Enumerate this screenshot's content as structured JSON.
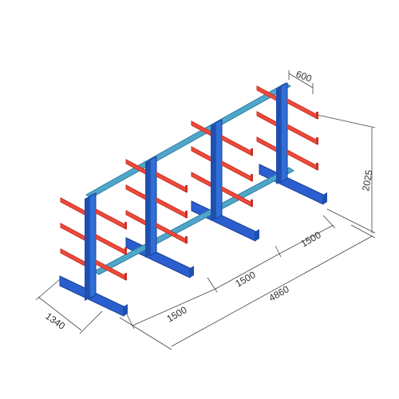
{
  "diagram": {
    "dimensions": {
      "arm_length": "600",
      "height": "2025",
      "bay_1": "1500",
      "bay_2": "1500",
      "bay_3": "1500",
      "total_length": "4860",
      "base_depth": "1340"
    },
    "colors": {
      "upright": "#2f6fd6",
      "upright_dark": "#1f4fb0",
      "arm": "#ee4a3a",
      "arm_dark": "#c93328",
      "brace": "#4fa6c9",
      "brace_dark": "#2f7fa6",
      "base": "#2b5fcf",
      "dim_line": "#444444"
    }
  }
}
